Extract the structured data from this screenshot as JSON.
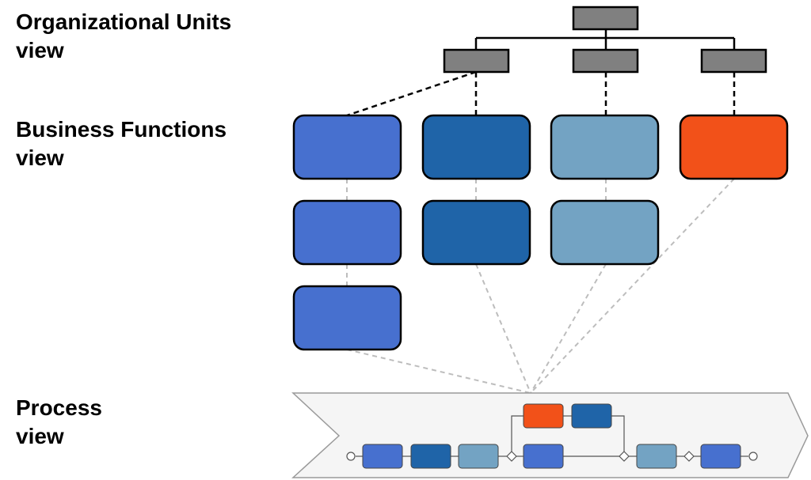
{
  "labels": {
    "org_view": "Organizational Units\nview",
    "business_functions_view": "Business Functions\nview",
    "process_view": "Process\nview"
  },
  "colors": {
    "org_unit_fill": "#808080",
    "function_blue": "#4770CF",
    "function_dark_blue": "#1F64A8",
    "function_light_blue": "#73A3C3",
    "function_orange": "#F25119",
    "process_band_fill": "#F5F5F5",
    "process_band_stroke": "#9A9A9A",
    "mapping_line": "#BDBDBD"
  }
}
